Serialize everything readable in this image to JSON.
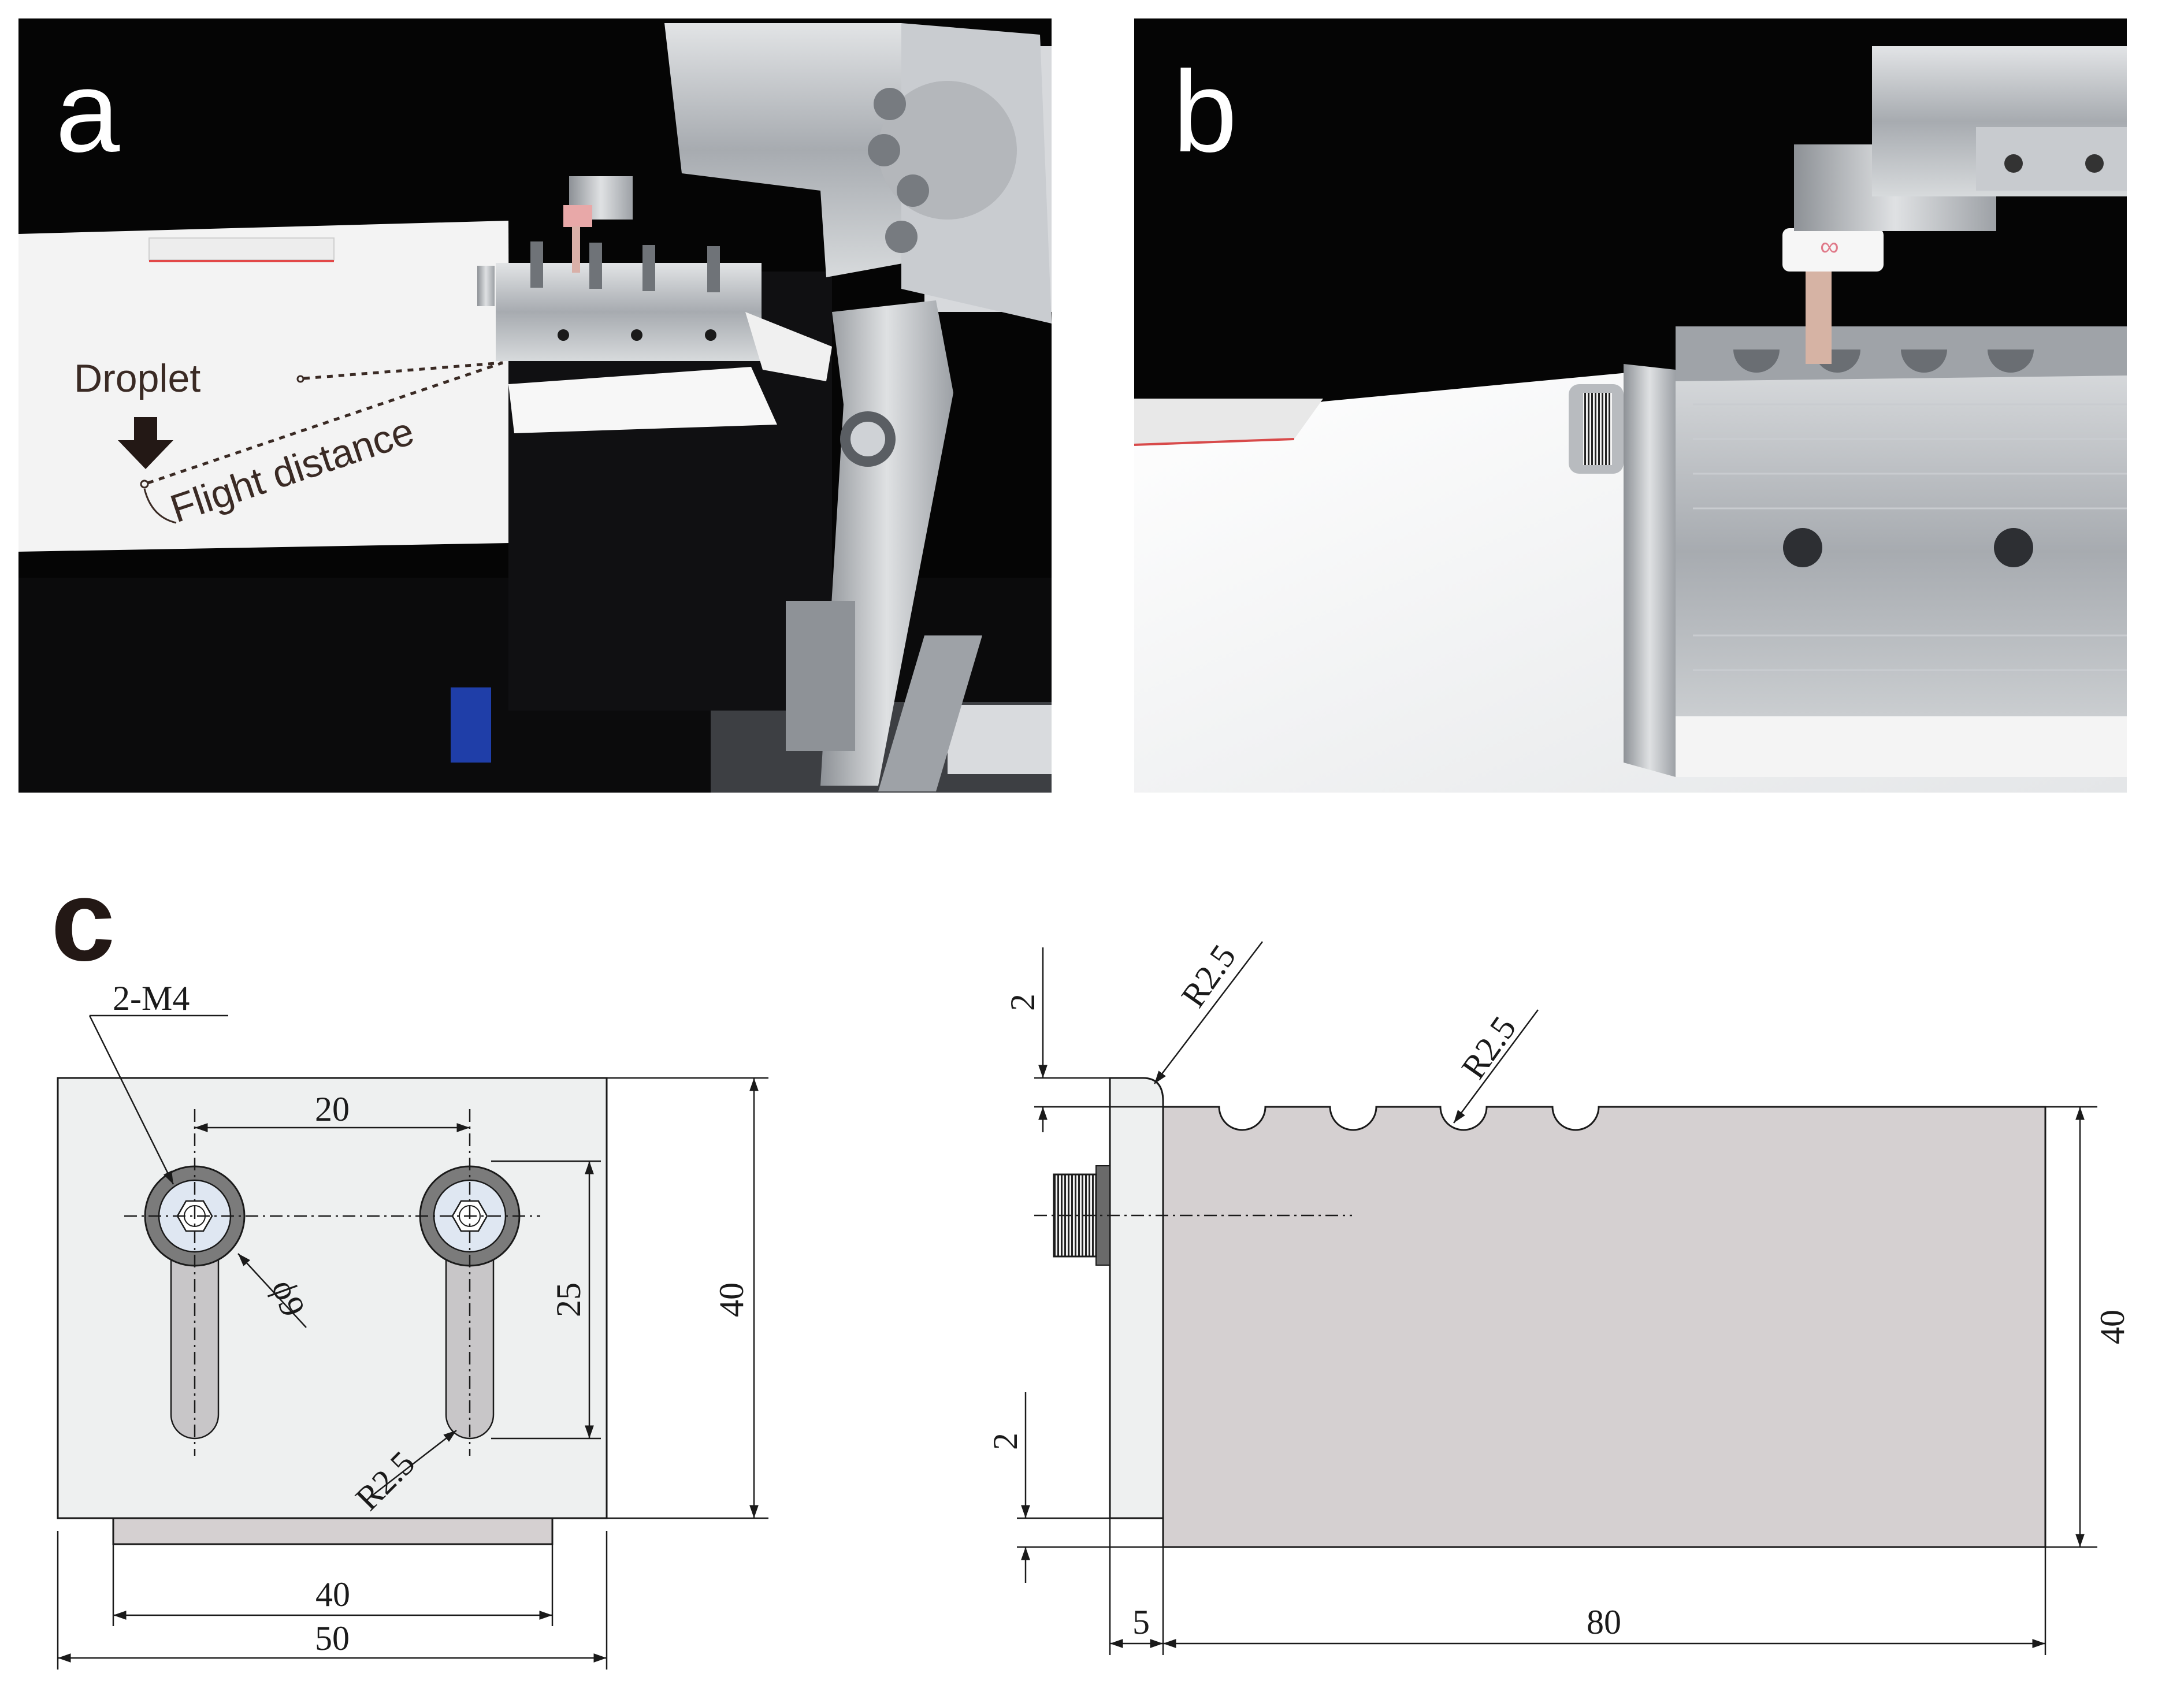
{
  "panels": {
    "a": {
      "label": "a",
      "annotations": {
        "droplet": "Droplet",
        "flight_distance": "Flight distance"
      }
    },
    "b": {
      "label": "b"
    },
    "c": {
      "label": "c",
      "front_view": {
        "screw_callout": "2-M4",
        "dim_hole_spacing": "20",
        "dim_slot_length": "25",
        "dim_height": "40",
        "dim_base_width": "40",
        "dim_total_width": "50",
        "dim_diameter": "ϕ9",
        "dim_slot_radius": "R2.5"
      },
      "side_view": {
        "dim_corner_radius": "R2.5",
        "dim_groove_radius": "R2.5",
        "dim_top_offset": "2",
        "dim_bottom_offset": "2",
        "dim_height": "40",
        "dim_plate_thickness": "5",
        "dim_length": "80"
      }
    }
  },
  "colors": {
    "photo_background": "#050505",
    "paper": "#f2f2f2",
    "aluminum": "#b9bcc0",
    "drawing_plate": "#eef0f0",
    "drawing_body": "#d5d0d1",
    "annotation_brown": "#3a2a24"
  }
}
